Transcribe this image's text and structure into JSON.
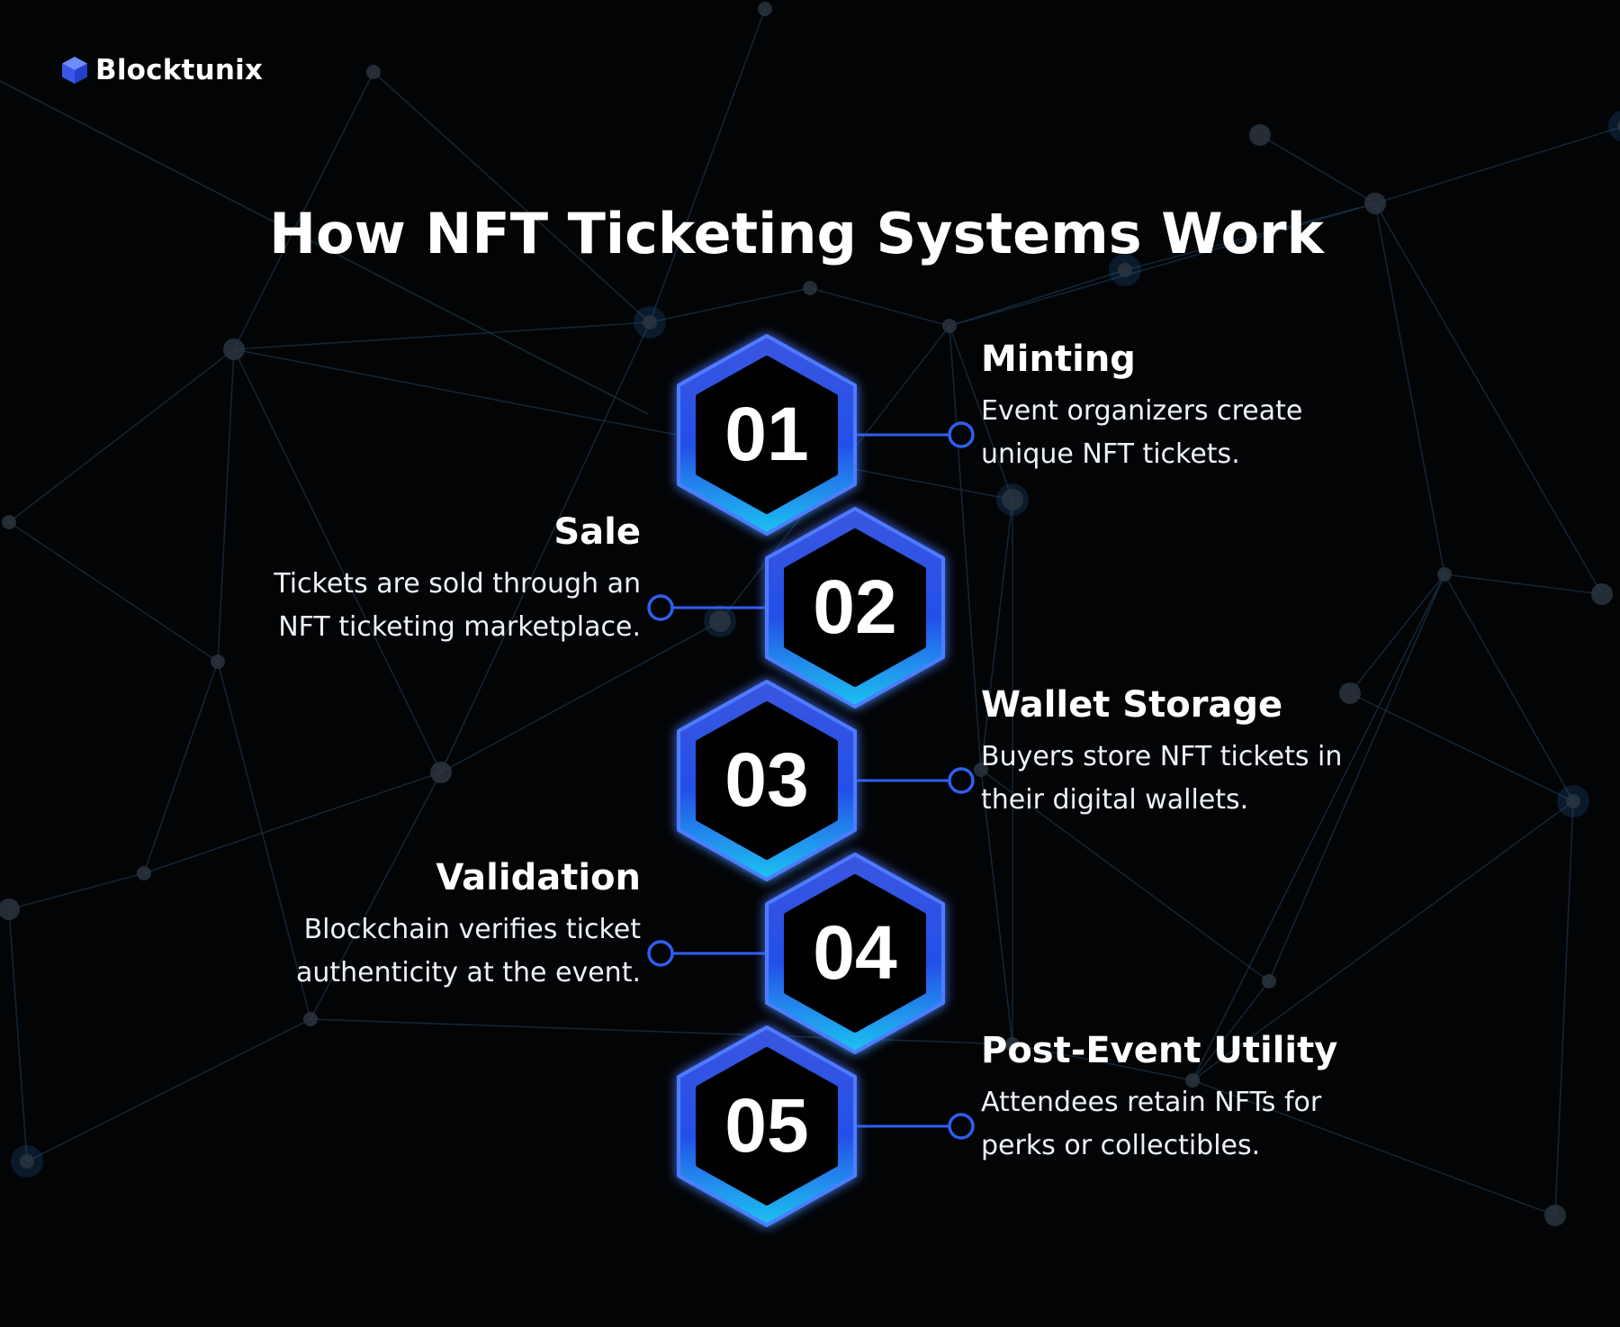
{
  "brand": {
    "name": "Blocktunix",
    "logo_icon": "cube-icon"
  },
  "title": "How NFT Ticketing Systems Work",
  "colors": {
    "background": "#030406",
    "hex_top": "#3b55e0",
    "hex_bottom": "#1ec4f0",
    "hex_inner": "#000000",
    "connector": "#2f5ff0",
    "network_line": "#1a3348",
    "network_node": "#2a3540"
  },
  "steps": [
    {
      "number": "01",
      "title": "Minting",
      "description": [
        "Event organizers create",
        "unique NFT tickets."
      ],
      "side": "right"
    },
    {
      "number": "02",
      "title": "Sale",
      "description": [
        "Tickets are sold through an",
        "NFT ticketing marketplace."
      ],
      "side": "left"
    },
    {
      "number": "03",
      "title": "Wallet Storage",
      "description": [
        "Buyers store NFT tickets in",
        "their digital wallets."
      ],
      "side": "right"
    },
    {
      "number": "04",
      "title": "Validation",
      "description": [
        "Blockchain verifies ticket",
        "authenticity at the event."
      ],
      "side": "left"
    },
    {
      "number": "05",
      "title": "Post-Event Utility",
      "description": [
        "Attendees retain NFTs for",
        "perks or collectibles."
      ],
      "side": "right"
    }
  ]
}
